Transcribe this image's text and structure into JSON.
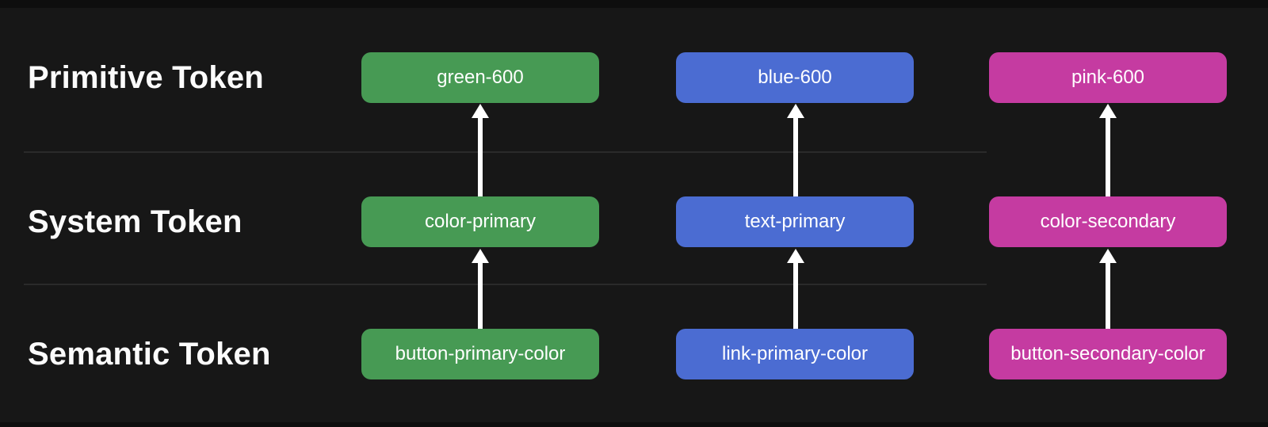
{
  "canvas": {
    "background": "#171717",
    "divider_color": "#2a2a2a",
    "arrow_color": "#ffffff",
    "label_color": "#fbfbfb"
  },
  "rows": [
    {
      "label": "Primitive Token"
    },
    {
      "label": "System Token"
    },
    {
      "label": "Semantic Token"
    }
  ],
  "columns": [
    {
      "id": "green",
      "color": "#479a54",
      "primitive": "green-600",
      "system": "color-primary",
      "semantic": "button-primary-color"
    },
    {
      "id": "blue",
      "color": "#4b6cd2",
      "primitive": "blue-600",
      "system": "text-primary",
      "semantic": "link-primary-color"
    },
    {
      "id": "pink",
      "color": "#c53ba1",
      "primitive": "pink-600",
      "system": "color-secondary",
      "semantic": "button-secondary-color"
    }
  ]
}
